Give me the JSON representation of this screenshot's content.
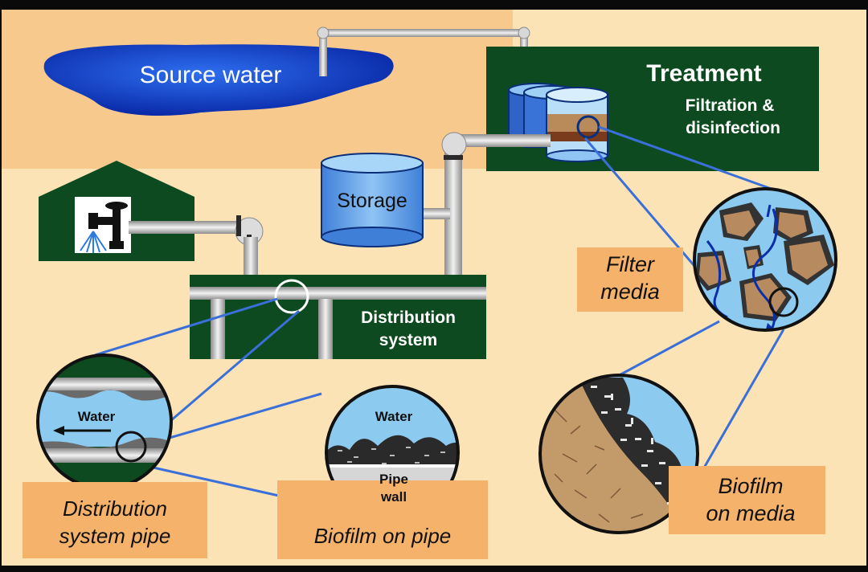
{
  "labels": {
    "source_water": "Source water",
    "treatment_title": "Treatment",
    "treatment_sub1": "Filtration &",
    "treatment_sub2": "disinfection",
    "storage": "Storage",
    "distribution_line1": "Distribution",
    "distribution_line2": "system",
    "filter_media_line1": "Filter",
    "filter_media_line2": "media",
    "pipe_water": "Water",
    "pipe_caption_line1": "Distribution",
    "pipe_caption_line2": "system pipe",
    "biofilm_water": "Water",
    "pipe_wall_line1": "Pipe",
    "pipe_wall_line2": "wall",
    "biofilm_pipe_caption": "Biofilm on pipe",
    "biofilm_media_line1": "Biofilm",
    "biofilm_media_line2": "on media"
  },
  "colors": {
    "peach": "#f7c98d",
    "cream": "#fbe3b5",
    "dark_green": "#0e4a1f",
    "orange_box": "#f5b26a",
    "water_blue": "#8ccaf0",
    "lake_blue": "#1040c8",
    "connector_blue": "#3a6fd8"
  }
}
